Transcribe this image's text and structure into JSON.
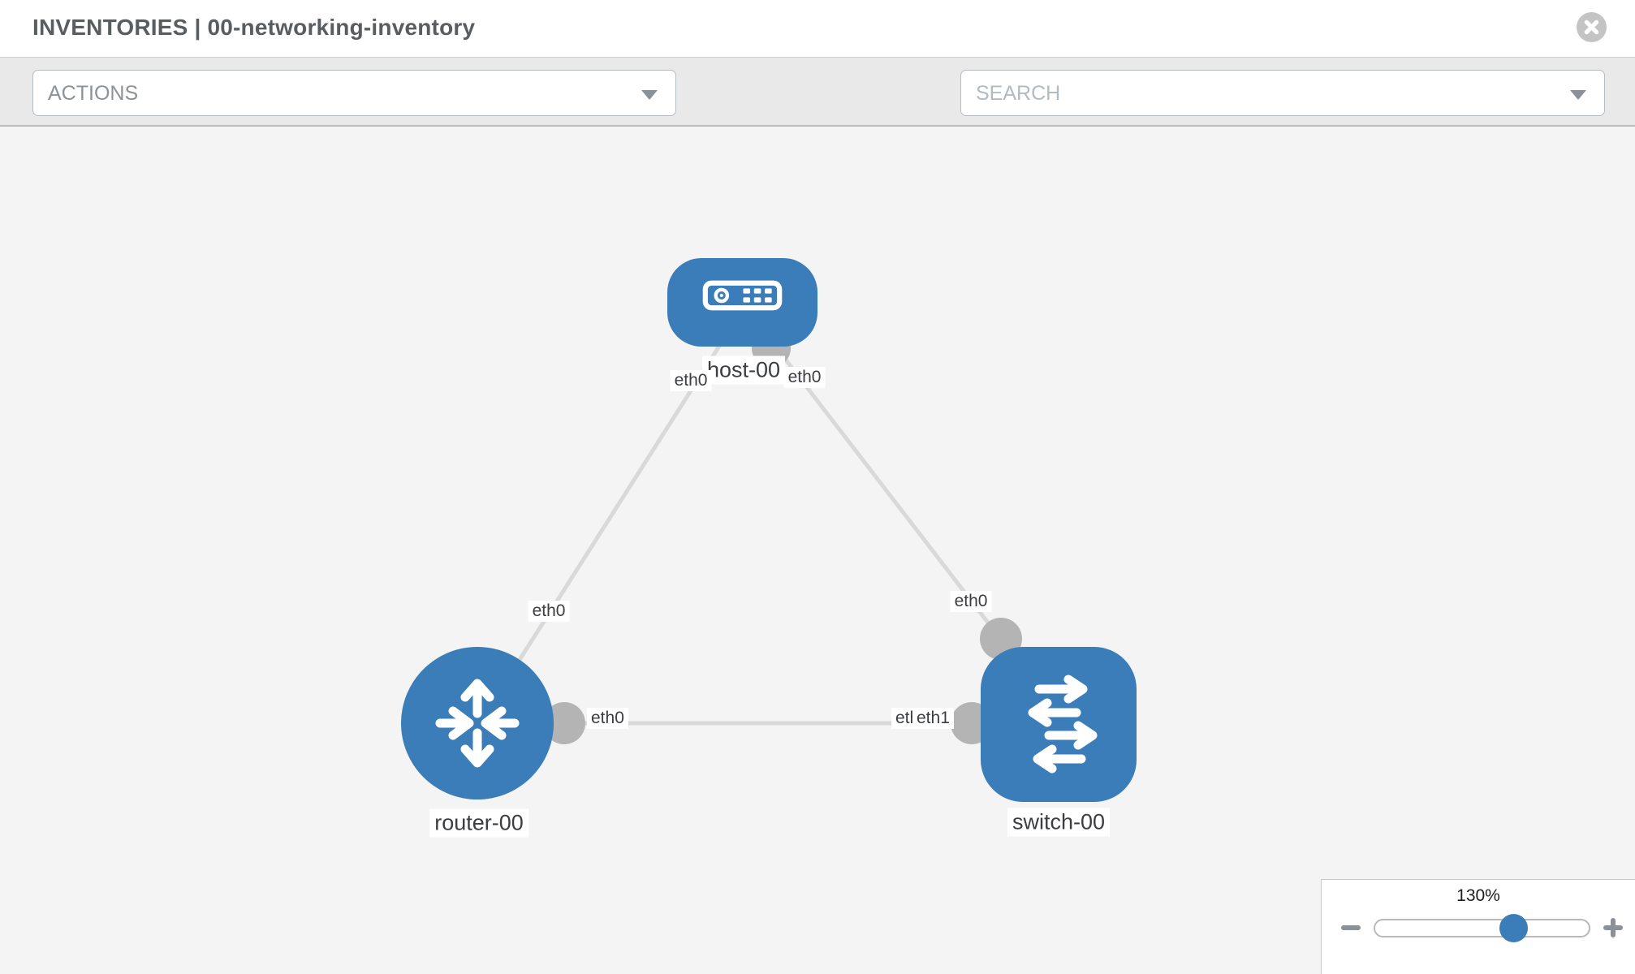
{
  "header": {
    "title": "INVENTORIES | 00-networking-inventory"
  },
  "toolbar": {
    "actions_label": "ACTIONS",
    "search_placeholder": "SEARCH"
  },
  "canvas": {
    "nodes": [
      {
        "id": "host-00",
        "type": "host",
        "label": "host-00"
      },
      {
        "id": "router-00",
        "type": "router",
        "label": "router-00"
      },
      {
        "id": "switch-00",
        "type": "switch",
        "label": "switch-00"
      }
    ],
    "links": [
      {
        "from": "host-00",
        "to": "router-00",
        "from_interface": "eth0",
        "to_interface": "eth0"
      },
      {
        "from": "host-00",
        "to": "switch-00",
        "from_interface": "eth0",
        "to_interface": "eth0"
      },
      {
        "from": "router-00",
        "to": "switch-00",
        "from_interface": "eth0",
        "to_interface": "eth1"
      }
    ],
    "node_labels": {
      "host": "host-00",
      "router": "router-00",
      "switch": "switch-00"
    },
    "interface_labels": {
      "host_router_at_host": "eth0",
      "host_switch_at_host": "eth0",
      "host_router_at_router": "eth0",
      "host_switch_at_switch": "eth0",
      "router_switch_at_router": "eth0",
      "router_switch_at_switch_under": "eth1",
      "router_switch_at_switch": "eth1"
    },
    "colors": {
      "node_blue": "#3b7db8",
      "link_gray": "#d9d9da",
      "connector_gray": "#b4b4b4",
      "canvas_bg": "#f4f4f5"
    }
  },
  "zoom_control": {
    "value": "130%"
  },
  "icons": {
    "close": "close-icon",
    "wrench": "wrench-icon",
    "key": "key-icon",
    "caret": "chevron-down-icon",
    "minus": "minus-icon",
    "plus": "plus-icon"
  }
}
